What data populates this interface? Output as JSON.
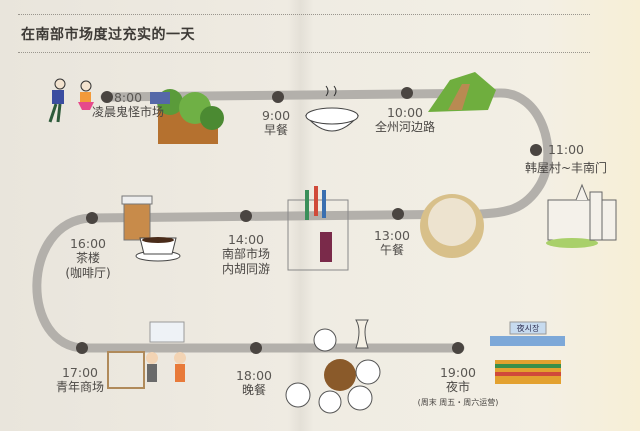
{
  "title": "在南部市场度过充实的一天",
  "stops": [
    {
      "time": "8:00",
      "name": "凌晨鬼怪市场"
    },
    {
      "time": "9:00",
      "name": "早餐"
    },
    {
      "time": "10:00",
      "name": "全州河边路"
    },
    {
      "time": "11:00",
      "name": "韩屋村~丰南门"
    },
    {
      "time": "13:00",
      "name": "午餐"
    },
    {
      "time": "14:00",
      "name": "南部市场",
      "name2": "内胡同游"
    },
    {
      "time": "16:00",
      "name": "茶楼",
      "name2": "(咖啡厅)"
    },
    {
      "time": "17:00",
      "name": "青年商场"
    },
    {
      "time": "18:00",
      "name": "晚餐"
    },
    {
      "time": "19:00",
      "name": "夜市",
      "note": "(周末 周五・周六运营)"
    }
  ],
  "night_market_sign": "夜시장",
  "colors": {
    "route": "#b3b0ab",
    "dot": "#4a4541",
    "background": "#ece8df"
  }
}
